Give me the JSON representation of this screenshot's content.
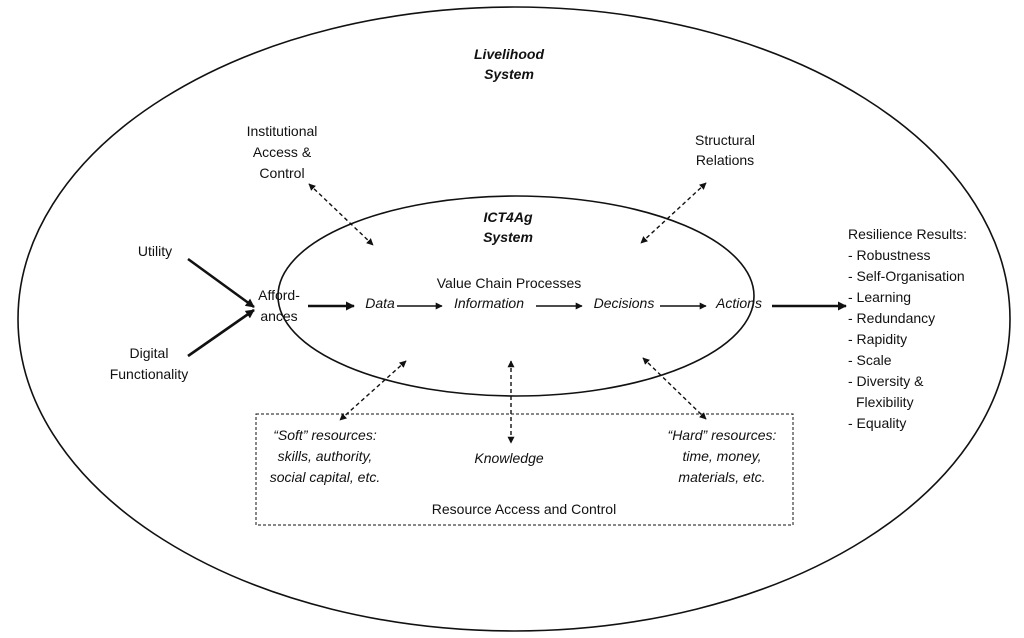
{
  "livelihood_title": [
    "Livelihood",
    "System"
  ],
  "ict_title": [
    "ICT4Ag",
    "System"
  ],
  "institutional": [
    "Institutional",
    "Access &",
    "Control"
  ],
  "structural": [
    "Structural",
    "Relations"
  ],
  "utility": "Utility",
  "digital_functionality": [
    "Digital",
    "Functionality"
  ],
  "affordances": [
    "Afford-",
    "ances"
  ],
  "value_chain": "Value Chain Processes",
  "chain": {
    "data": "Data",
    "information": "Information",
    "decisions": "Decisions",
    "actions": "Actions"
  },
  "resilience": {
    "heading": "Resilience Results:",
    "items": [
      "- Robustness",
      "- Self-Organisation",
      "- Learning",
      "- Redundancy",
      "- Rapidity",
      "- Scale",
      "- Diversity &",
      "  Flexibility",
      "- Equality"
    ]
  },
  "soft_resources": [
    "“Soft” resources:",
    "skills, authority,",
    "social capital, etc."
  ],
  "knowledge": "Knowledge",
  "hard_resources": [
    "“Hard” resources:",
    "time, money,",
    "materials, etc."
  ],
  "resource_box_label": "Resource Access and Control"
}
